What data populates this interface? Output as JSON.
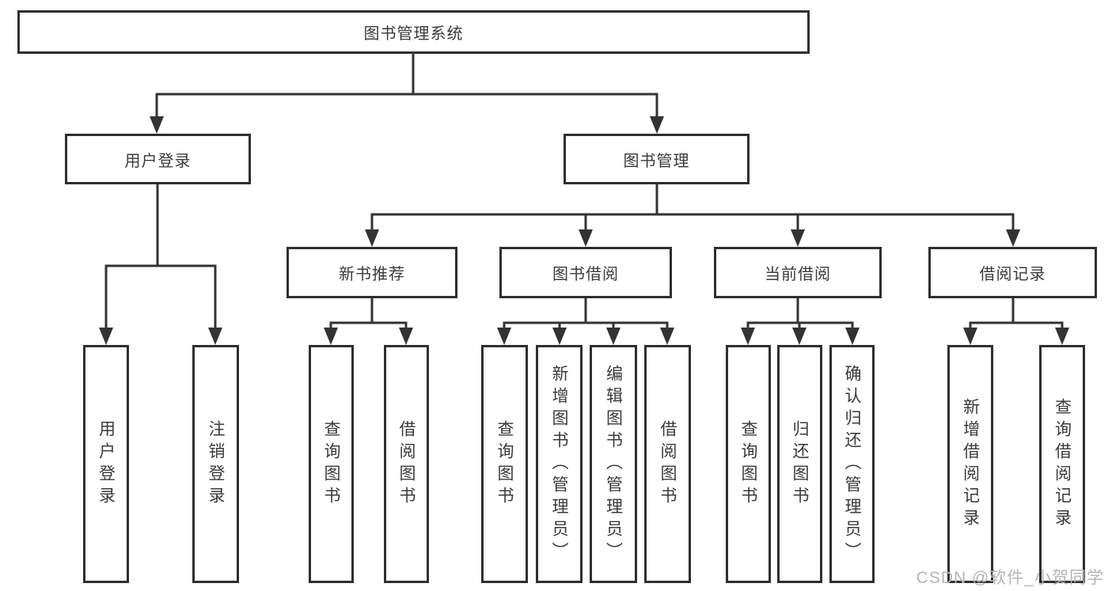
{
  "root": {
    "label": "图书管理系统"
  },
  "branches": [
    {
      "label": "用户登录",
      "children": [
        {
          "label": "用户登录"
        },
        {
          "label": "注销登录"
        }
      ]
    },
    {
      "label": "图书管理",
      "children": [
        {
          "label": "新书推荐",
          "children": [
            {
              "label": "查询图书"
            },
            {
              "label": "借阅图书"
            }
          ]
        },
        {
          "label": "图书借阅",
          "children": [
            {
              "label": "查询图书"
            },
            {
              "label": "新增图书（管理员）"
            },
            {
              "label": "编辑图书（管理员）"
            },
            {
              "label": "借阅图书"
            }
          ]
        },
        {
          "label": "当前借阅",
          "children": [
            {
              "label": "查询图书"
            },
            {
              "label": "归还图书"
            },
            {
              "label": "确认归还（管理员）"
            }
          ]
        },
        {
          "label": "借阅记录",
          "children": [
            {
              "label": "新增借阅记录"
            },
            {
              "label": "查询借阅记录"
            }
          ]
        }
      ]
    }
  ],
  "watermark": "CSDN @软件_小贺同学",
  "colors": {
    "box_border": "#2f2f2f",
    "connector_line": "#333333",
    "text": "#3a3a3a",
    "watermark_text": "#b5b5b5",
    "background": "#ffffff"
  }
}
